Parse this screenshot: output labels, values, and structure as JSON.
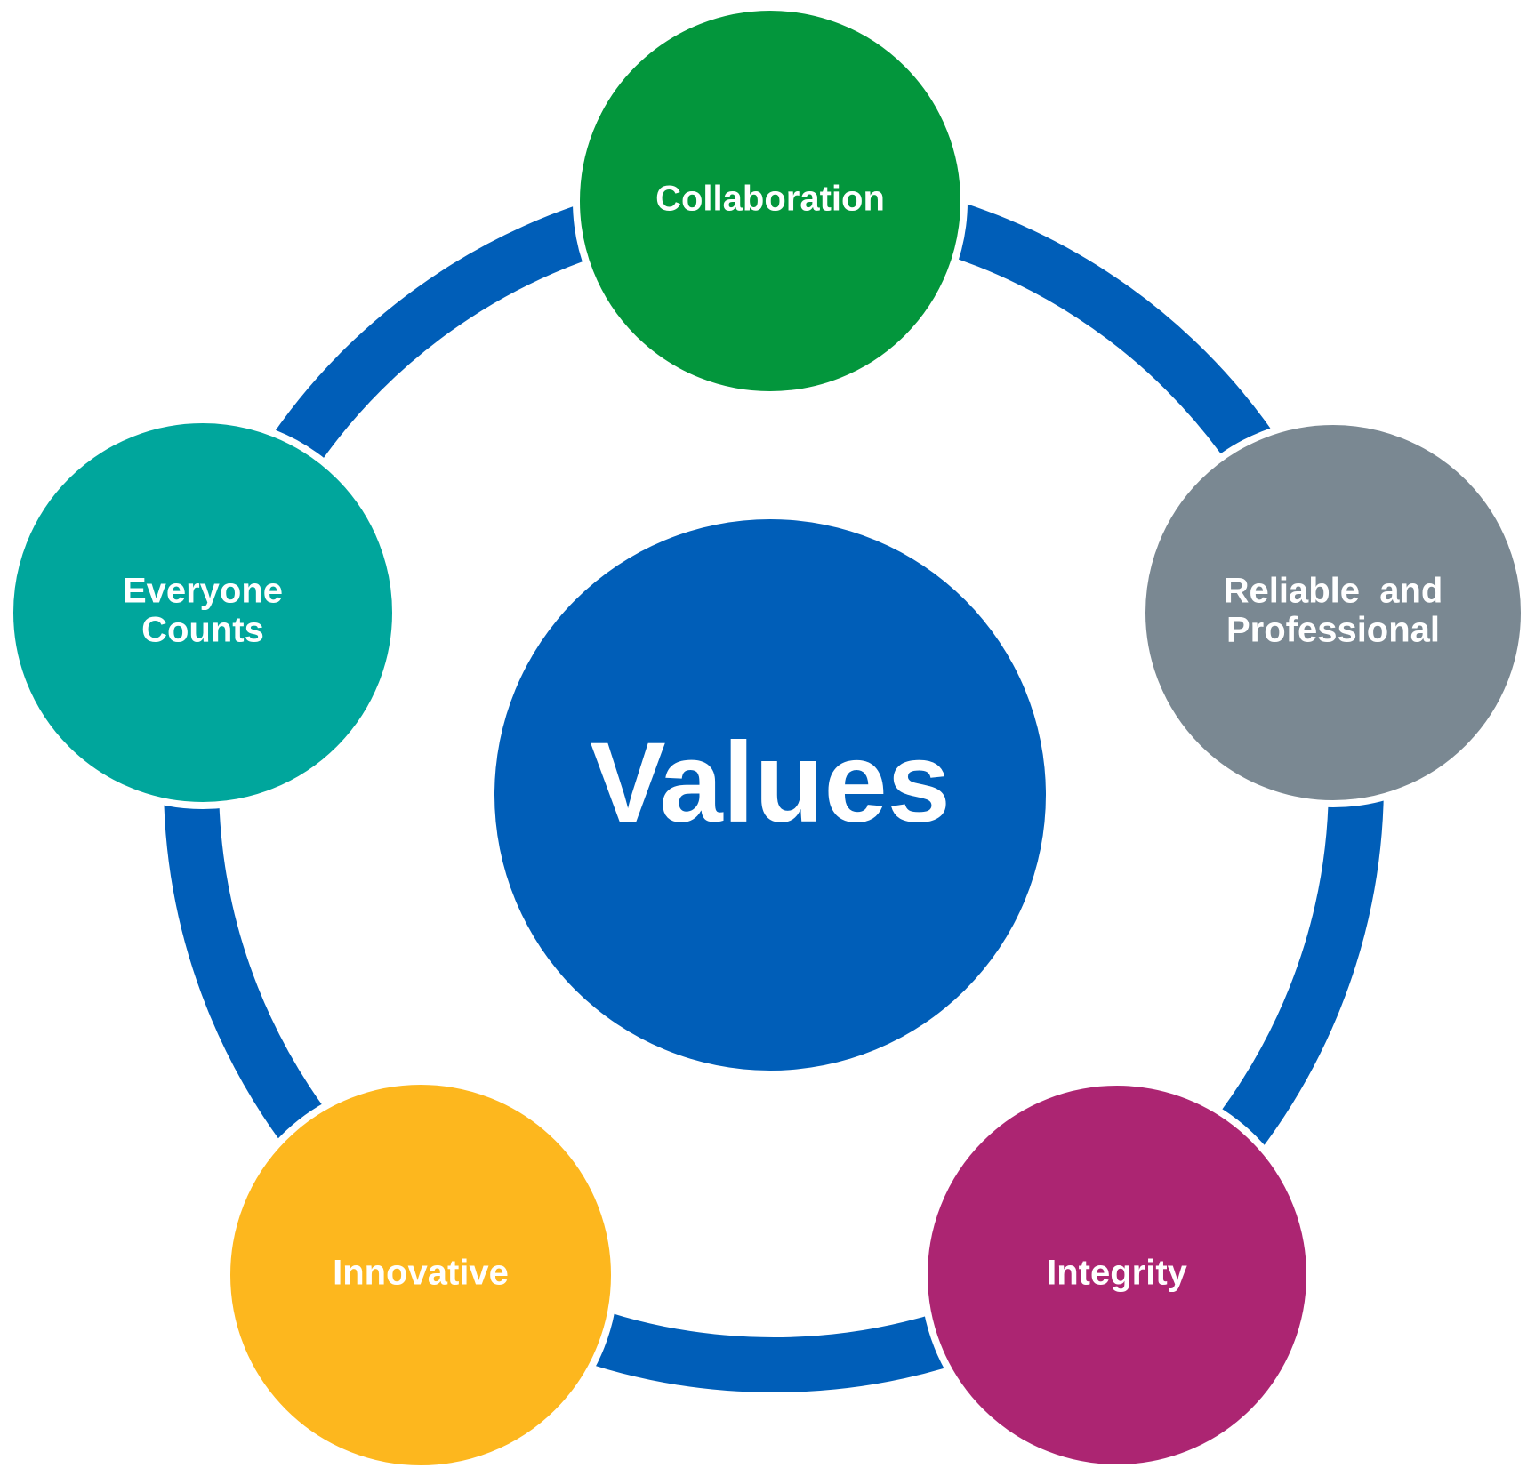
{
  "center": {
    "label": "Values",
    "color": "#005EB8"
  },
  "ring_color": "#005EB8",
  "nodes": [
    {
      "id": "collaboration",
      "lines": [
        "Collaboration"
      ],
      "color": "#03963C"
    },
    {
      "id": "reliable-and-professional",
      "lines": [
        "Reliable  and",
        "Professional"
      ],
      "color": "#7A8892"
    },
    {
      "id": "integrity",
      "lines": [
        "Integrity"
      ],
      "color": "#AC2572"
    },
    {
      "id": "innovative",
      "lines": [
        "Innovative"
      ],
      "color": "#FDB71E"
    },
    {
      "id": "everyone-counts",
      "lines": [
        "Everyone",
        "Counts"
      ],
      "color": "#00A69C"
    }
  ]
}
